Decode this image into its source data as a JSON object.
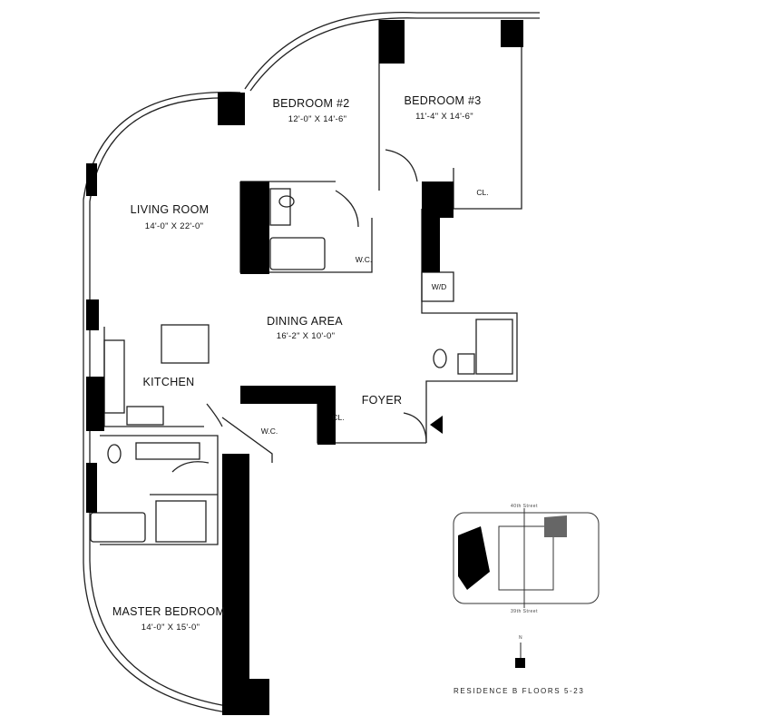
{
  "rooms": [
    {
      "name": "BEDROOM #2",
      "dims": "12'-0\" X 14'-6\""
    },
    {
      "name": "BEDROOM #3",
      "dims": "11'-4\" X 14'-6\""
    },
    {
      "name": "LIVING ROOM",
      "dims": "14'-0\" X 22'-0\""
    },
    {
      "name": "DINING AREA",
      "dims": "16'-2\" X 10'-0\""
    },
    {
      "name": "KITCHEN",
      "dims": ""
    },
    {
      "name": "FOYER",
      "dims": ""
    },
    {
      "name": "MASTER BEDROOM",
      "dims": "14'-0\" X 15'-0\""
    }
  ],
  "small_labels": {
    "closet_bed3": "CL.",
    "wc_bed2": "W.C.",
    "washer_dryer": "W/D",
    "wc_foyer": "W.C.",
    "closet_foyer": "CL."
  },
  "keyplan": {
    "street_north": "40th Street",
    "street_south": "39th Street",
    "north_label": "N"
  },
  "caption": "RESIDENCE B   FLOORS 5-23",
  "colors": {
    "wall": "#000000",
    "line": "#222222",
    "background": "#ffffff"
  }
}
